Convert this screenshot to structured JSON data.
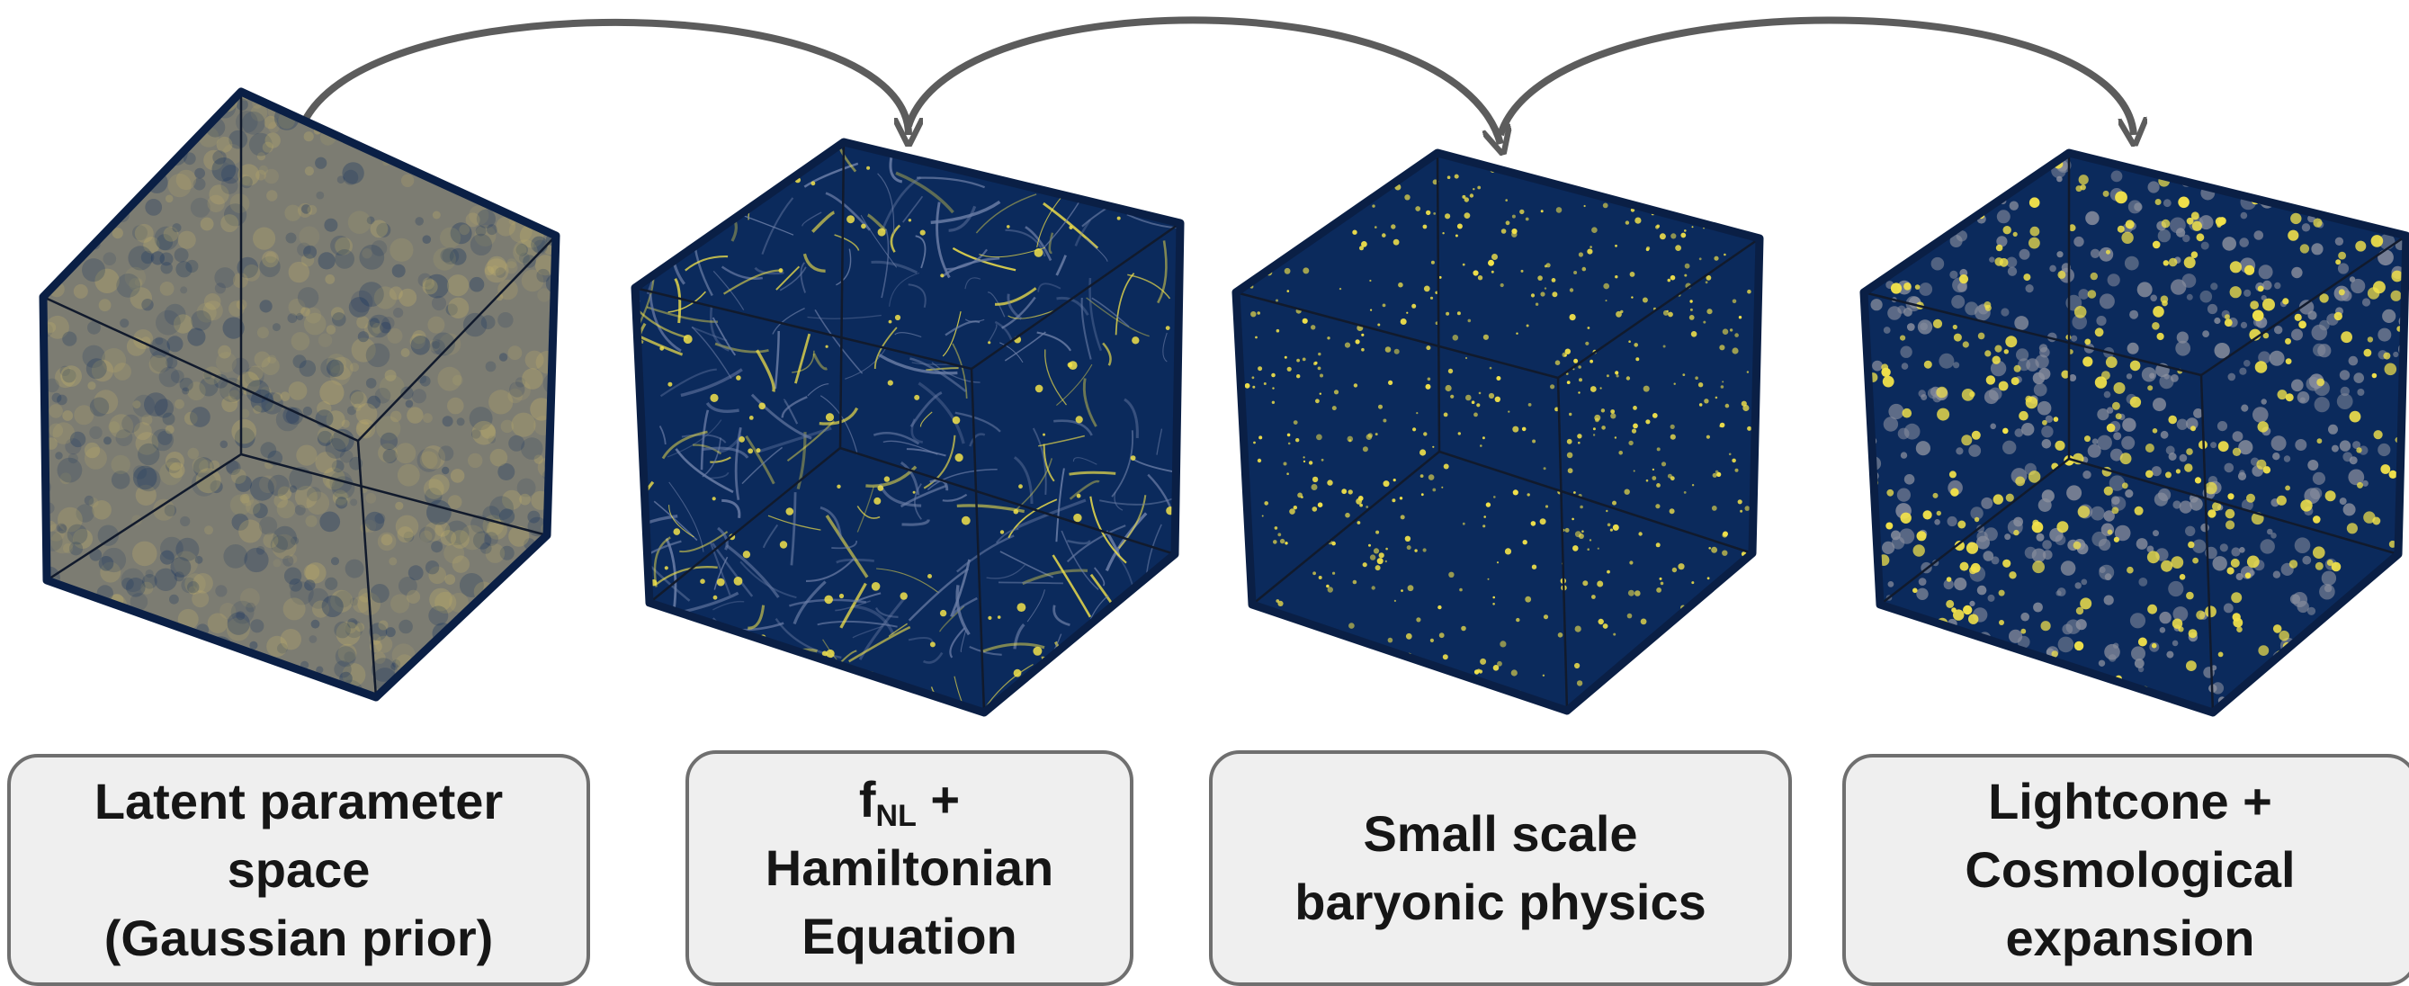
{
  "stages": [
    {
      "name": "latent",
      "lines": [
        "Latent parameter",
        "space",
        "(Gaussian prior)"
      ]
    },
    {
      "name": "fnl",
      "symbol": "f",
      "subscript": "NL",
      "symbol_suffix": " +",
      "lines": [
        "Hamiltonian",
        "Equation"
      ]
    },
    {
      "name": "baryonic",
      "lines": [
        "Small scale",
        "baryonic physics"
      ]
    },
    {
      "name": "lightcone",
      "lines": [
        "Lightcone +",
        "Cosmological",
        "expansion"
      ]
    }
  ],
  "colors": {
    "cube_background": "#0b2a5c",
    "cube_edge": "#0a1f45",
    "structure": "#f2e24a",
    "halo": "#8a8f9e",
    "prior_field": "#7c7c72",
    "arrow": "#5c5c5c",
    "box_fill": "#efefef",
    "box_border": "#6f6f6f"
  }
}
